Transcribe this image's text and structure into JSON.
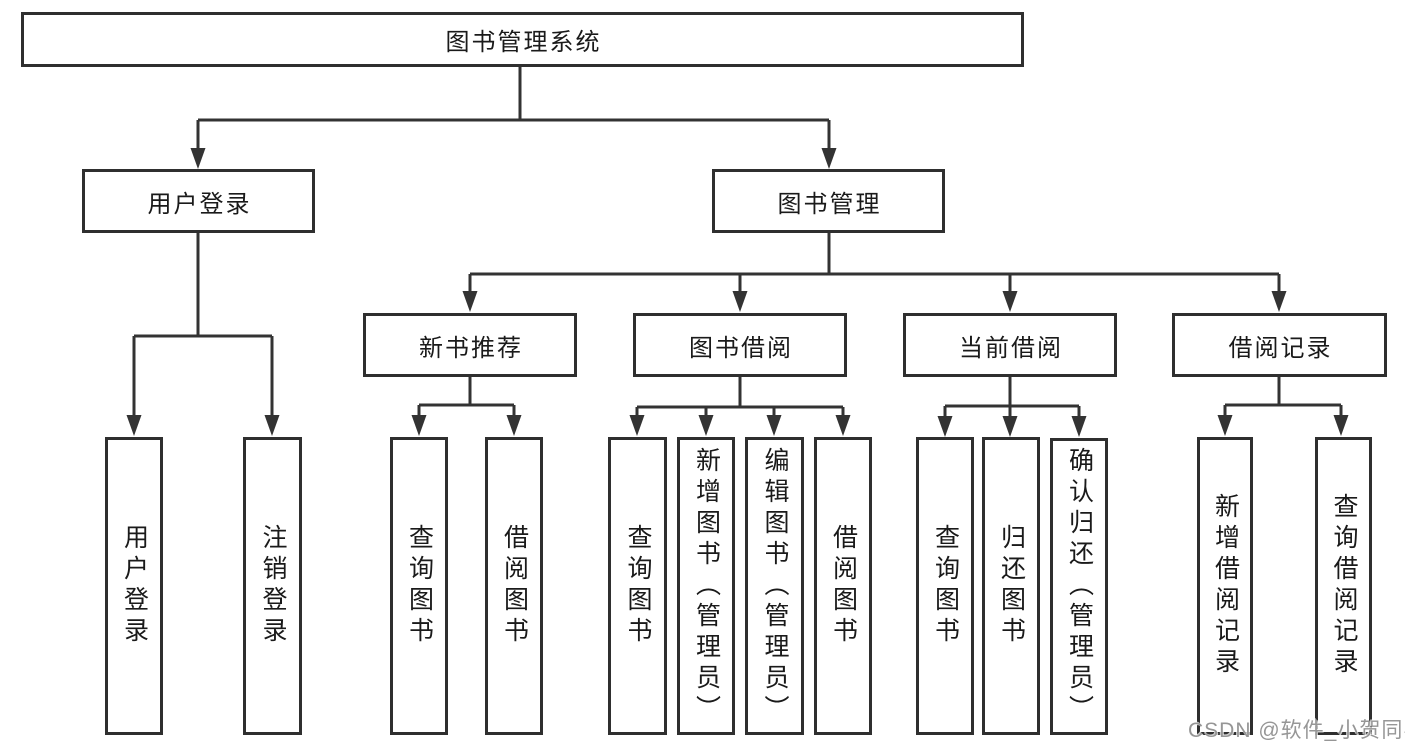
{
  "tree": {
    "root": {
      "label": "图书管理系统",
      "children": [
        {
          "label": "用户登录",
          "children": [
            {
              "label": "用户登录"
            },
            {
              "label": "注销登录"
            }
          ]
        },
        {
          "label": "图书管理",
          "children": [
            {
              "label": "新书推荐",
              "children": [
                {
                  "label": "查询图书"
                },
                {
                  "label": "借阅图书"
                }
              ]
            },
            {
              "label": "图书借阅",
              "children": [
                {
                  "label": "查询图书"
                },
                {
                  "label": "新增图书（管理员）"
                },
                {
                  "label": "编辑图书（管理员）"
                },
                {
                  "label": "借阅图书"
                }
              ]
            },
            {
              "label": "当前借阅",
              "children": [
                {
                  "label": "查询图书"
                },
                {
                  "label": "归还图书"
                },
                {
                  "label": "确认归还（管理员）"
                }
              ]
            },
            {
              "label": "借阅记录",
              "children": [
                {
                  "label": "新增借阅记录"
                },
                {
                  "label": "查询借阅记录"
                }
              ]
            }
          ]
        }
      ]
    }
  },
  "watermark": {
    "text": "CSDN @软件_小贺同学"
  },
  "colors": {
    "line": "#333333",
    "box_border": "#2f2f2f",
    "text": "#1a1a1a",
    "watermark": "#969696",
    "background": "#ffffff"
  }
}
